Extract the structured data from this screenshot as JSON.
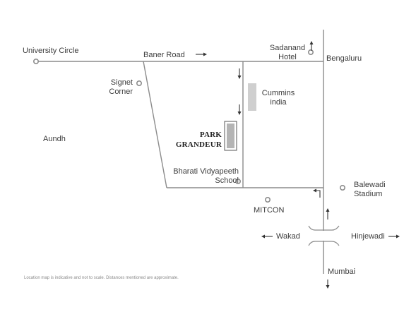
{
  "colors": {
    "road": "#8c8c8c",
    "marker": "#8c8c8c",
    "building": "#cfcfcf",
    "project_fill": "#b4b4b4",
    "text": "#3c3c3c"
  },
  "places": {
    "university_circle": "University Circle",
    "baner_road": "Baner Road",
    "sadanand_hotel": "Sadanand\nHotel",
    "bengaluru": "Bengaluru",
    "signet_corner": "Signet\nCorner",
    "cummins_india": "Cummins\nindia",
    "aundh": "Aundh",
    "project": "PARK\nGRANDEUR",
    "bharati_school": "Bharati Vidyapeeth\nSchool",
    "balewadi_stadium": "Balewadi\nStadium",
    "mitcon": "MITCON",
    "wakad": "Wakad",
    "hinjewadi": "Hinjewadi",
    "mumbai": "Mumbai"
  },
  "icons": {
    "place_marker": "circle-marker-icon",
    "direction": "arrow-icon",
    "turn": "turn-arrow-icon"
  },
  "disclaimer": "Location map is indicative and not to scale. Distances mentioned are approximate."
}
